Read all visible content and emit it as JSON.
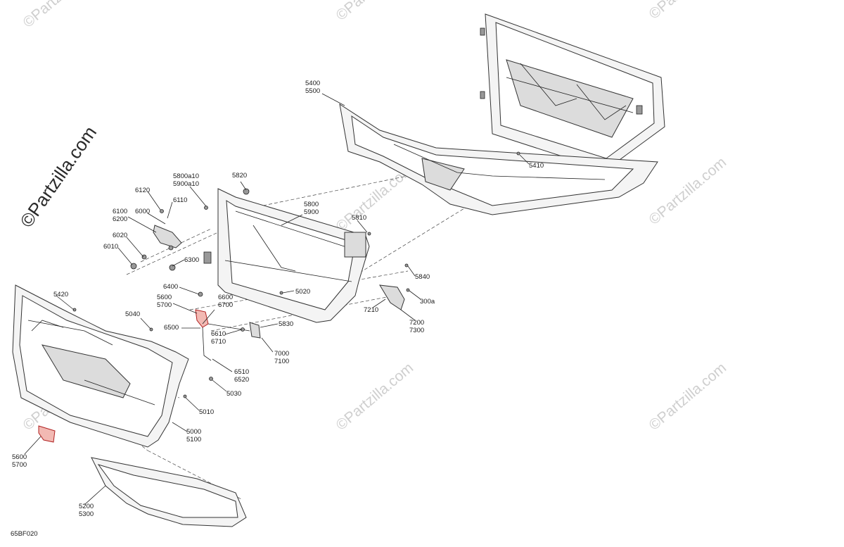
{
  "diagram_code": "65BF020",
  "watermark_main": "©Partzilla.com",
  "watermark_small": "©Partzilla.com",
  "colors": {
    "highlight": "#f2b9b3",
    "highlight_stroke": "#b02020",
    "line": "#222222"
  },
  "callouts": {
    "c5400": [
      "5400",
      "5500"
    ],
    "c5410": [
      "5410"
    ],
    "c5820": [
      "5820"
    ],
    "c5800a10": [
      "5800a10",
      "5900a10"
    ],
    "c6120": [
      "6120"
    ],
    "c6110": [
      "6110"
    ],
    "c6100": [
      "6100",
      "6200"
    ],
    "c6000": [
      "6000"
    ],
    "c6020": [
      "6020"
    ],
    "c6010": [
      "6010"
    ],
    "c6300": [
      "6300"
    ],
    "c5800": [
      "5800",
      "5900"
    ],
    "c5810": [
      "5810"
    ],
    "c5840": [
      "5840"
    ],
    "c300a": [
      "300a"
    ],
    "c7210": [
      "7210"
    ],
    "c7200": [
      "7200",
      "7300"
    ],
    "c5420": [
      "5420"
    ],
    "c6400": [
      "6400"
    ],
    "c5600a": [
      "5600",
      "5700"
    ],
    "c6600": [
      "6600",
      "6700"
    ],
    "c5020": [
      "5020"
    ],
    "c5040": [
      "5040"
    ],
    "c6500": [
      "6500"
    ],
    "c6610": [
      "6610",
      "6710"
    ],
    "c5830": [
      "5830"
    ],
    "c7000": [
      "7000",
      "7100"
    ],
    "c6510": [
      "6510",
      "6520"
    ],
    "c5030": [
      "5030"
    ],
    "c5010": [
      "5010"
    ],
    "c5000": [
      "5000",
      "5100"
    ],
    "c5600b": [
      "5600",
      "5700"
    ],
    "c5200": [
      "5200",
      "5300"
    ]
  }
}
